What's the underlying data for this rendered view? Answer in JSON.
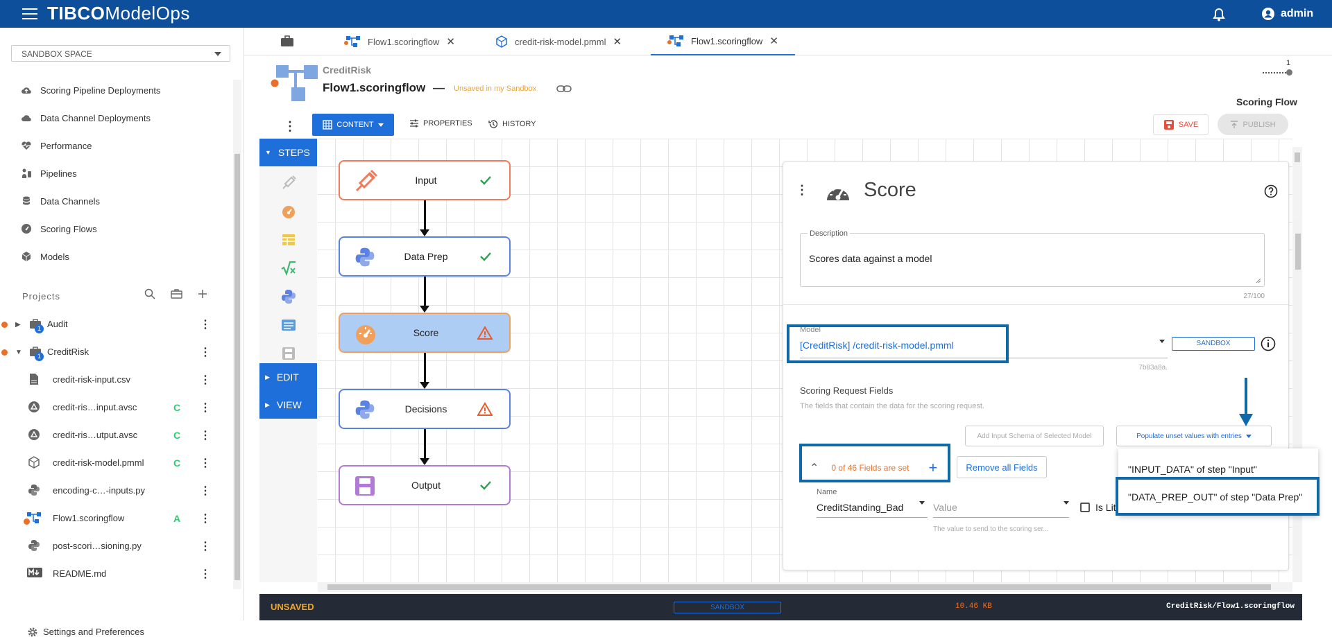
{
  "app": {
    "brand": "TIBCO",
    "product": "ModelOps",
    "user": "admin"
  },
  "space": {
    "selected": "SANDBOX SPACE"
  },
  "nav": [
    {
      "label": "Scoring Pipeline Deployments",
      "icon": "cloud-upload-icon"
    },
    {
      "label": "Data Channel Deployments",
      "icon": "cloud-icon"
    },
    {
      "label": "Performance",
      "icon": "heartbeat-icon"
    },
    {
      "label": "Pipelines",
      "icon": "pipelines-icon"
    },
    {
      "label": "Data Channels",
      "icon": "database-icon"
    },
    {
      "label": "Scoring Flows",
      "icon": "gauge-icon"
    },
    {
      "label": "Models",
      "icon": "cube-icon"
    }
  ],
  "projects": {
    "title": "Projects",
    "items": [
      {
        "label": "Audit",
        "badge": "1",
        "status": ""
      },
      {
        "label": "CreditRisk",
        "badge": "1",
        "status": ""
      },
      {
        "label": "credit-risk-input.csv",
        "status": ""
      },
      {
        "label": "credit-ris…input.avsc",
        "status": "C"
      },
      {
        "label": "credit-ris…utput.avsc",
        "status": "C"
      },
      {
        "label": "credit-risk-model.pmml",
        "status": "C"
      },
      {
        "label": "encoding-c…-inputs.py",
        "status": ""
      },
      {
        "label": "Flow1.scoringflow",
        "status": "A"
      },
      {
        "label": "post-scori…sioning.py",
        "status": ""
      },
      {
        "label": "README.md",
        "status": ""
      }
    ]
  },
  "settings_label": "Settings and Preferences",
  "tabs": [
    {
      "label": "Flow1.scoringflow"
    },
    {
      "label": "credit-risk-model.pmml"
    },
    {
      "label": "Flow1.scoringflow"
    }
  ],
  "header": {
    "project": "CreditRisk",
    "flow": "Flow1.scoringflow",
    "dash": "—",
    "unsaved": "Unsaved in my Sandbox",
    "version": "1",
    "type": "Scoring Flow"
  },
  "toolbar": {
    "content": "CONTENT",
    "properties": "PROPERTIES",
    "history": "HISTORY",
    "save": "SAVE",
    "publish": "PUBLISH"
  },
  "palette": {
    "steps": "STEPS",
    "edit": "EDIT",
    "view": "VIEW"
  },
  "flow_nodes": [
    {
      "label": "Input",
      "state": "valid",
      "color": "#f07a5a"
    },
    {
      "label": "Data Prep",
      "state": "valid",
      "color": "#5b82e0"
    },
    {
      "label": "Score",
      "state": "warning",
      "color": "#f0a05a"
    },
    {
      "label": "Decisions",
      "state": "warning",
      "color": "#5b82e0"
    },
    {
      "label": "Output",
      "state": "valid",
      "color": "#b07ad6"
    }
  ],
  "panel": {
    "title": "Score",
    "desc_label": "Description",
    "desc_text": "Scores data against a model",
    "desc_count": "27/100",
    "model_label": "Model",
    "model_value": "[CreditRisk] /credit-risk-model.pmml",
    "model_hash": "7b83a8a.",
    "sandbox_chip": "SANDBOX",
    "srf_title": "Scoring Request Fields",
    "srf_desc": "The fields that contain the data for the scoring request.",
    "add_schema": "Add Input Schema of Selected Model",
    "populate": "Populate unset values with entries",
    "fields_set": "0 of 46 Fields are set",
    "remove_all": "Remove all Fields",
    "name_label": "Name",
    "name_value": "CreditStanding_Bad",
    "value_placeholder": "Value",
    "value_help": "The value to send to the scoring ser...",
    "is_literal": "Is Lit"
  },
  "dropdown_options": [
    "\"INPUT_DATA\" of step \"Input\"",
    "\"DATA_PREP_OUT\" of step \"Data Prep\""
  ],
  "status": {
    "state": "UNSAVED",
    "sandbox": "SANDBOX",
    "size": "10.46 KB",
    "path": "CreditRisk/Flow1.scoringflow"
  },
  "colors": {
    "brand": "#0e4f9c",
    "accent": "#1e6fd9",
    "warning": "#e8702a",
    "valid": "#2e9e4f",
    "highlight": "#0f68a8"
  }
}
